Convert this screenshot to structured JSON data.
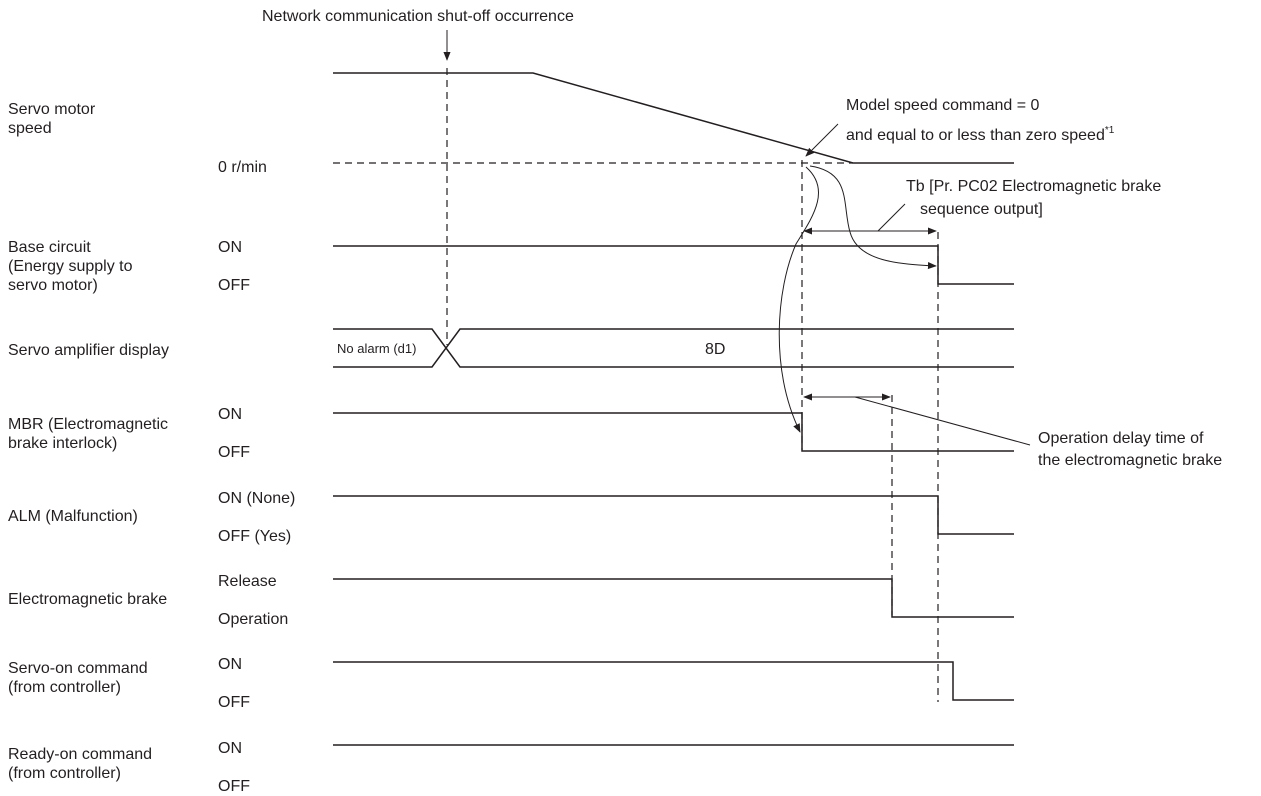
{
  "event_label": "Network communication shut-off occurrence",
  "annotations": {
    "zero_speed_line1": "Model speed command = 0",
    "zero_speed_line2": "and equal to or less than zero speed",
    "zero_speed_footnote": "*1",
    "tb_line1": "Tb [Pr. PC02 Electromagnetic brake",
    "tb_line2": "sequence output]",
    "delay_line1": "Operation delay time of",
    "delay_line2": "the electromagnetic brake"
  },
  "signals": [
    {
      "name_lines": [
        "Servo motor",
        "speed"
      ],
      "levels": [
        "0 r/min"
      ]
    },
    {
      "name_lines": [
        "Base circuit",
        "(Energy supply to",
        "servo motor)"
      ],
      "levels": [
        "ON",
        "OFF"
      ]
    },
    {
      "name_lines": [
        "Servo amplifier display"
      ],
      "levels": [],
      "states": [
        "No alarm (d1)",
        "8D"
      ]
    },
    {
      "name_lines": [
        "MBR (Electromagnetic",
        "brake interlock)"
      ],
      "levels": [
        "ON",
        "OFF"
      ]
    },
    {
      "name_lines": [
        "ALM (Malfunction)"
      ],
      "levels": [
        "ON (None)",
        "OFF (Yes)"
      ]
    },
    {
      "name_lines": [
        "Electromagnetic brake"
      ],
      "levels": [
        "Release",
        "Operation"
      ]
    },
    {
      "name_lines": [
        "Servo-on command",
        "(from controller)"
      ],
      "levels": [
        "ON",
        "OFF"
      ]
    },
    {
      "name_lines": [
        "Ready-on command",
        "(from controller)"
      ],
      "levels": [
        "ON",
        "OFF"
      ]
    }
  ]
}
